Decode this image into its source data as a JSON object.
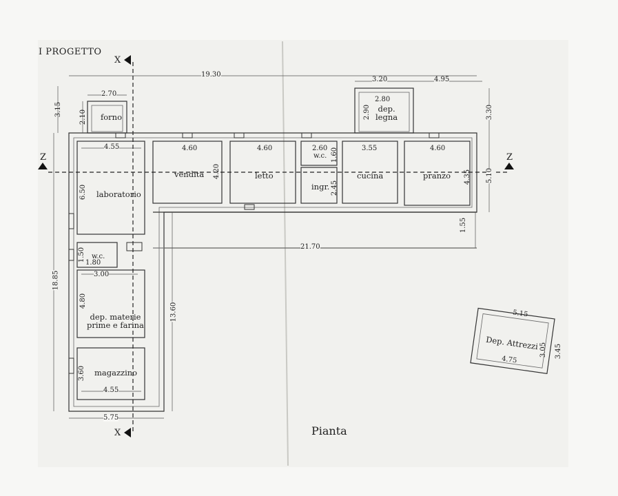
{
  "header": {
    "title": "I PROGETTO"
  },
  "footer": {
    "caption": "Pianta"
  },
  "section_markers": {
    "x": "X",
    "z": "Z"
  },
  "rooms": {
    "forno": "forno",
    "dep_legna": "dep.\nlegna",
    "vendita": "vendita",
    "letto": "letto",
    "wc_top": "w.c.",
    "ingr": "ingr.",
    "cucina": "cucina",
    "pranzo": "pranzo",
    "laboratorio": "laboratorio",
    "wc_left": "w.c.",
    "dep_materie": "dep. materie\nprime e farina",
    "magazzino": "magazzino",
    "dep_attrezzi": "Dep. Attrezzi"
  },
  "dims": {
    "total_top": "19.30",
    "top_320": "3.20",
    "top_495": "4.95",
    "forno_w": "2.70",
    "forno_h": "2.10",
    "left_315": "3.15",
    "legna_w": "2.80",
    "legna_h": "2.90",
    "right_330": "3.30",
    "lab_w": "4.55",
    "vendita_w": "4.60",
    "vendita_h": "4.20",
    "letto_w": "4.60",
    "wc_w": "2.60",
    "wc_h": "1.60",
    "cucina_w": "3.55",
    "pranzo_w": "4.60",
    "pranzo_h": "4.35",
    "right_510": "5.10",
    "lab_h": "6.50",
    "ingr_h": "2.45",
    "right_155": "1.55",
    "total_2170": "21.70",
    "left_1885": "18.85",
    "wc2_h": "1.50",
    "wc2_w": "1.80",
    "dep_w": "3.00",
    "dep_h": "4.80",
    "mid_1360": "13.60",
    "mag_h": "3.60",
    "mag_w": "4.55",
    "bottom_575": "5.75",
    "att_w_top": "5.15",
    "att_w_in": "4.75",
    "att_h_in": "3.05",
    "att_h_out": "3.45"
  }
}
